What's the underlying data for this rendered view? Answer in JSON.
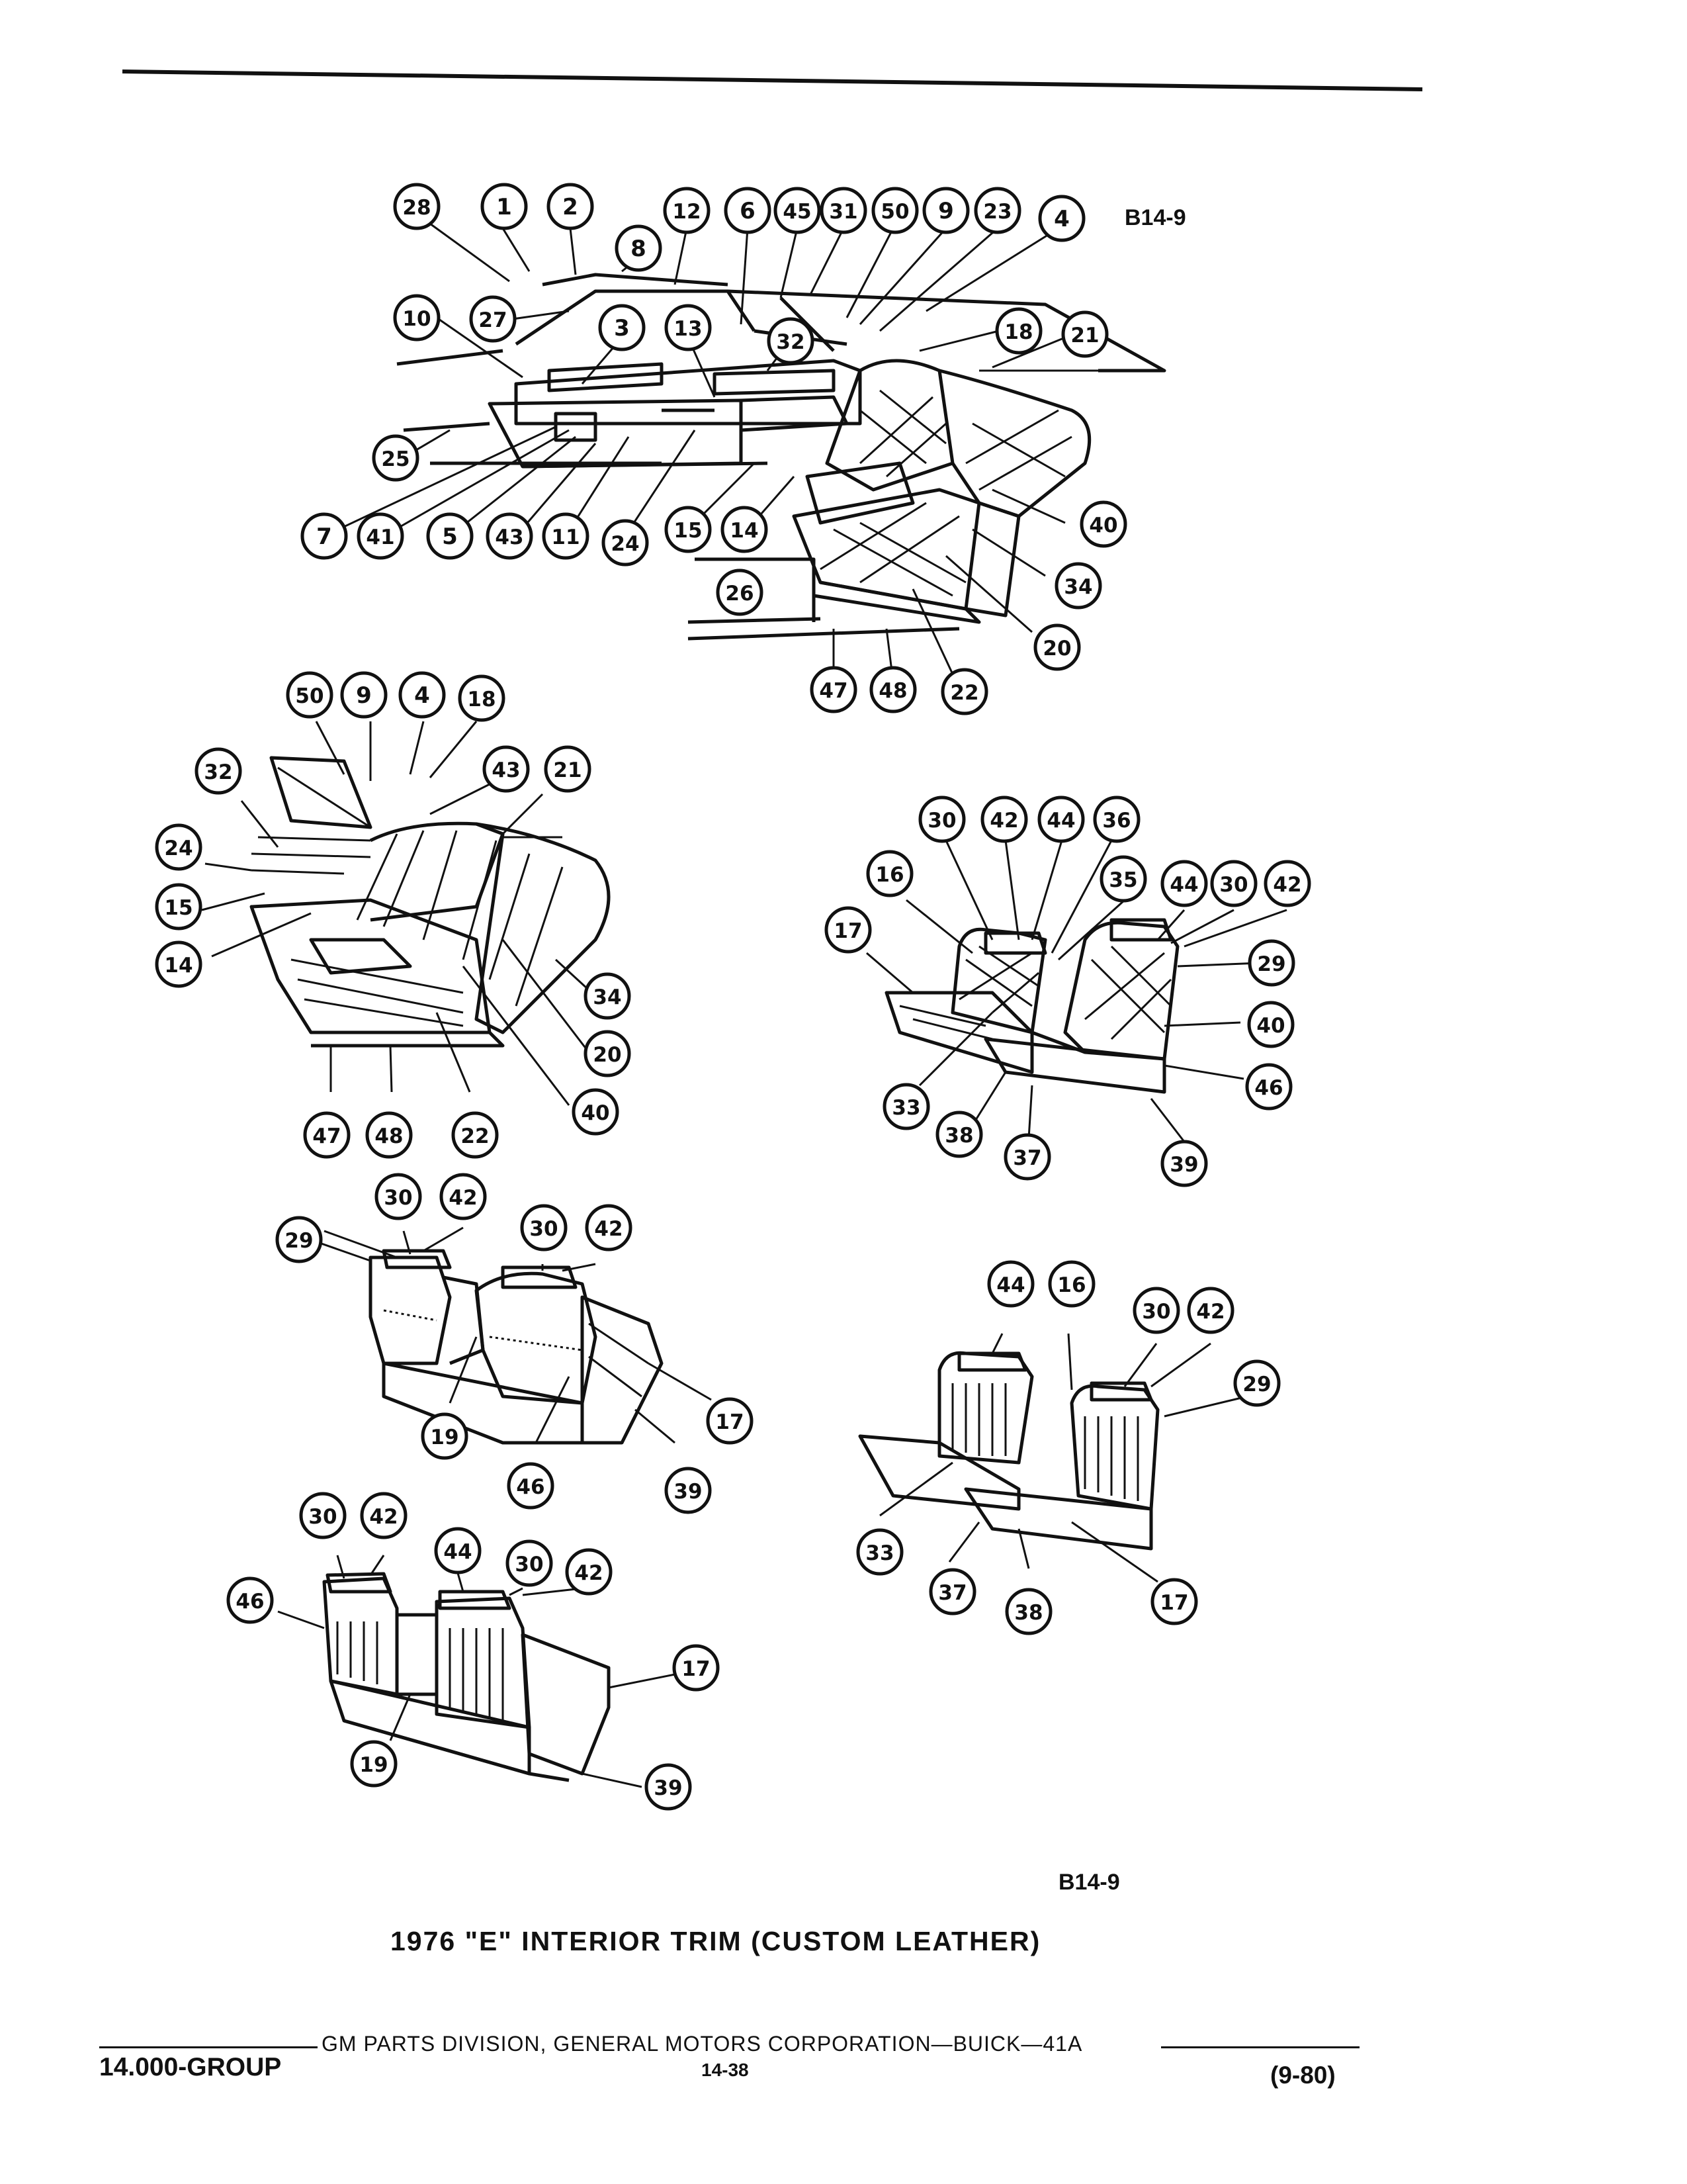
{
  "diagram_code_top": "B14-9",
  "diagram_code_bottom": "B14-9",
  "caption": "1976 \"E\" INTERIOR TRIM (CUSTOM LEATHER)",
  "footer": {
    "group": "14.000-GROUP",
    "publisher": "GM PARTS DIVISION, GENERAL MOTORS CORPORATION—BUICK—41A",
    "page": "14-38",
    "date": "(9-80)"
  },
  "callouts": {
    "main": [
      "28",
      "1",
      "2",
      "8",
      "12",
      "6",
      "45",
      "31",
      "50",
      "9",
      "23",
      "4",
      "10",
      "27",
      "3",
      "13",
      "32",
      "18",
      "21",
      "25",
      "7",
      "41",
      "5",
      "43",
      "11",
      "24",
      "15",
      "14",
      "40",
      "34",
      "26",
      "20",
      "47",
      "48",
      "22"
    ],
    "split_bench": [
      "50",
      "9",
      "4",
      "18",
      "32",
      "43",
      "21",
      "24",
      "15",
      "14",
      "34",
      "20",
      "40",
      "47",
      "48",
      "22"
    ],
    "bucket_diamond": [
      "30",
      "42",
      "44",
      "36",
      "16",
      "35",
      "44",
      "30",
      "42",
      "17",
      "29",
      "40",
      "46",
      "33",
      "38",
      "37",
      "39"
    ],
    "bench_a": [
      "30",
      "42",
      "30",
      "42",
      "29",
      "17",
      "19",
      "46",
      "39"
    ],
    "bucket_pleat": [
      "44",
      "16",
      "30",
      "42",
      "29",
      "33",
      "37",
      "38",
      "17"
    ],
    "bench_b": [
      "30",
      "42",
      "44",
      "30",
      "42",
      "46",
      "17",
      "19",
      "39"
    ]
  }
}
